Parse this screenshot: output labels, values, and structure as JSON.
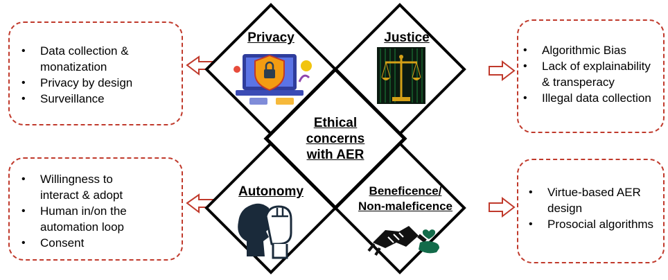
{
  "center": {
    "lines": [
      "Ethical",
      "concerns",
      "with AER"
    ]
  },
  "quadrants": {
    "privacy": {
      "title": "Privacy",
      "bullets": [
        "Data collection &",
        "monatization",
        "Privacy by design",
        "Surveillance"
      ],
      "bullet_flags": [
        true,
        false,
        true,
        true
      ]
    },
    "justice": {
      "title": "Justice",
      "bullets": [
        "Algorithmic Bias",
        "Lack of explainability",
        "& transperacy",
        "Illegal data collection"
      ],
      "bullet_flags": [
        true,
        true,
        false,
        true
      ]
    },
    "autonomy": {
      "title": "Autonomy",
      "bullets": [
        "Willingness to",
        "interact & adopt",
        "Human in/on the",
        "automation loop",
        "Consent"
      ],
      "bullet_flags": [
        true,
        false,
        true,
        false,
        true
      ]
    },
    "beneficence": {
      "title_line1": "Beneficence/",
      "title_line2": "Non-maleficence",
      "bullets": [
        "Virtue-based AER",
        "design",
        "Prosocial algorithms"
      ],
      "bullet_flags": [
        true,
        false,
        true
      ]
    }
  },
  "colors": {
    "dash_border": "#c0392b",
    "arrow": "#c0392b",
    "diamond": "#000000"
  },
  "icons": [
    "security-laptop-icon",
    "justice-scale-icon",
    "raised-fist-head-icon",
    "handshake-heart-icon"
  ]
}
